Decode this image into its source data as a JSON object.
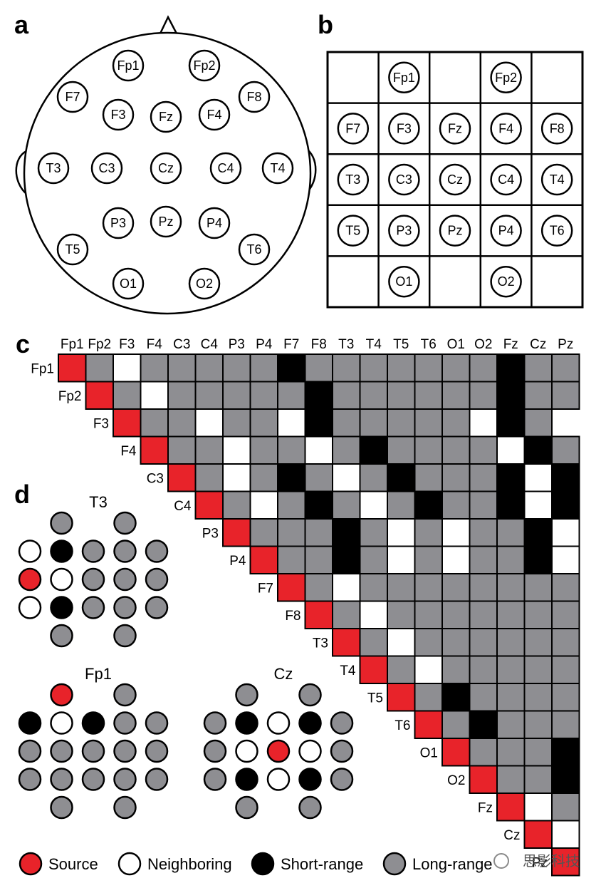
{
  "panels": {
    "a": {
      "label": "a"
    },
    "b": {
      "label": "b"
    },
    "c": {
      "label": "c"
    },
    "d": {
      "label": "d"
    }
  },
  "head_electrodes": [
    "Fp1",
    "Fp2",
    "F7",
    "F8",
    "F3",
    "Fz",
    "F4",
    "T3",
    "C3",
    "Cz",
    "C4",
    "T4",
    "P3",
    "Pz",
    "P4",
    "T5",
    "T6",
    "O1",
    "O2"
  ],
  "grid_rows": [
    [
      "",
      "Fp1",
      "",
      "Fp2",
      ""
    ],
    [
      "F7",
      "F3",
      "Fz",
      "F4",
      "F8"
    ],
    [
      "T3",
      "C3",
      "Cz",
      "C4",
      "T4"
    ],
    [
      "T5",
      "P3",
      "Pz",
      "P4",
      "T6"
    ],
    [
      "",
      "O1",
      "",
      "O2",
      ""
    ]
  ],
  "matrix": {
    "labels": [
      "Fp1",
      "Fp2",
      "F3",
      "F4",
      "C3",
      "C4",
      "P3",
      "P4",
      "F7",
      "F8",
      "T3",
      "T4",
      "T5",
      "T6",
      "O1",
      "O2",
      "Fz",
      "Cz",
      "Pz"
    ],
    "rows": [
      "SGWGGGGGBGGGGGGGBGG",
      "SGWGGGGGBGGGGGGBGG",
      "SGGWGGWBGGGGGWBG",
      "SGGWGGWGBGGGGWBG",
      "SGWGBGWGBGGGBWB",
      "SGWGBGWGBGGBWB",
      "SGGGBGWGWGGBW",
      "SGGBGWGWGGBW",
      "SGWGGGGGGGG",
      "SGWGGGGGGG",
      "SGWGGGGGG",
      "SGWGGGGG",
      "SGBGGGG",
      "SGBGGG",
      "SGGGB",
      "SGGB",
      "SWG",
      "SW",
      "S"
    ]
  },
  "topo_examples": [
    {
      "title": "T3",
      "rows": [
        "-G-G-",
        "WBGGG",
        "SWGGG",
        "WBGGG",
        "-G-G-"
      ]
    },
    {
      "title": "Fp1",
      "rows": [
        "-S-G-",
        "BWBGG",
        "GGGGG",
        "GGGGG",
        "-G-G-"
      ]
    },
    {
      "title": "Cz",
      "rows": [
        "-G-G-",
        "GBWBG",
        "GWSWG",
        "GBWBG",
        "-G-G-"
      ]
    }
  ],
  "legend": [
    {
      "key": "S",
      "label": "Source"
    },
    {
      "key": "W",
      "label": "Neighboring"
    },
    {
      "key": "B",
      "label": "Short-range"
    },
    {
      "key": "G",
      "label": "Long-range"
    }
  ],
  "colors": {
    "S": "#e8232a",
    "W": "#ffffff",
    "B": "#000000",
    "G": "#8e8e92"
  },
  "watermark": "思影科技"
}
